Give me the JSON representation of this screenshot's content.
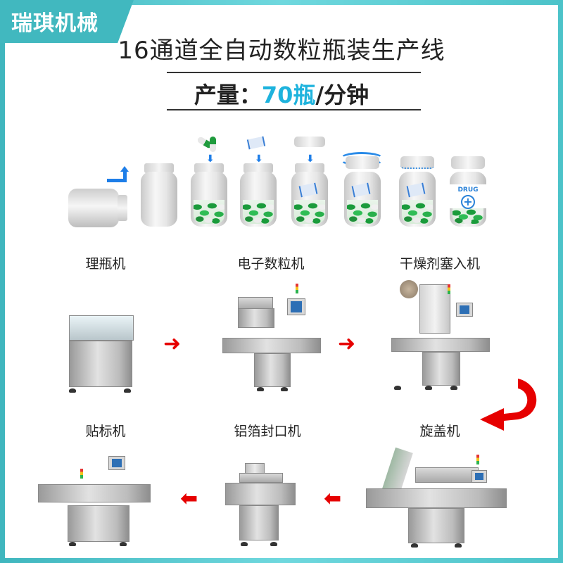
{
  "brand": {
    "name": "瑞琪机械",
    "color": "#41b8bf"
  },
  "title": "16通道全自动数粒瓶装生产线",
  "capacity": {
    "prefix": "产量：",
    "value": "70瓶",
    "suffix": "/分钟",
    "highlight_color": "#1eb3dd"
  },
  "process_steps": [
    {
      "step": "bottle-unscrambled",
      "icon": "bottle-tipped-icon"
    },
    {
      "step": "bottle-upright",
      "icon": "empty-bottle-icon"
    },
    {
      "step": "capsules-counted",
      "icon": "capsule-fill-icon"
    },
    {
      "step": "desiccant-inserted",
      "icon": "desiccant-icon"
    },
    {
      "step": "cap-placed",
      "icon": "cap-drop-icon"
    },
    {
      "step": "cap-screwed",
      "icon": "cap-rotate-icon"
    },
    {
      "step": "foil-sealed",
      "icon": "sealed-bottle-icon"
    },
    {
      "step": "labeled",
      "icon": "labeled-bottle-icon",
      "label_text": "DRUG"
    }
  ],
  "machines": [
    {
      "name": "理瓶机"
    },
    {
      "name": "电子数粒机"
    },
    {
      "name": "干燥剂塞入机"
    },
    {
      "name": "旋盖机"
    },
    {
      "name": "铝箔封口机"
    },
    {
      "name": "贴标机"
    }
  ],
  "arrow_color": "#e60000",
  "arrows": {
    "right": "➜",
    "left": "⬅",
    "down": "⬇"
  }
}
